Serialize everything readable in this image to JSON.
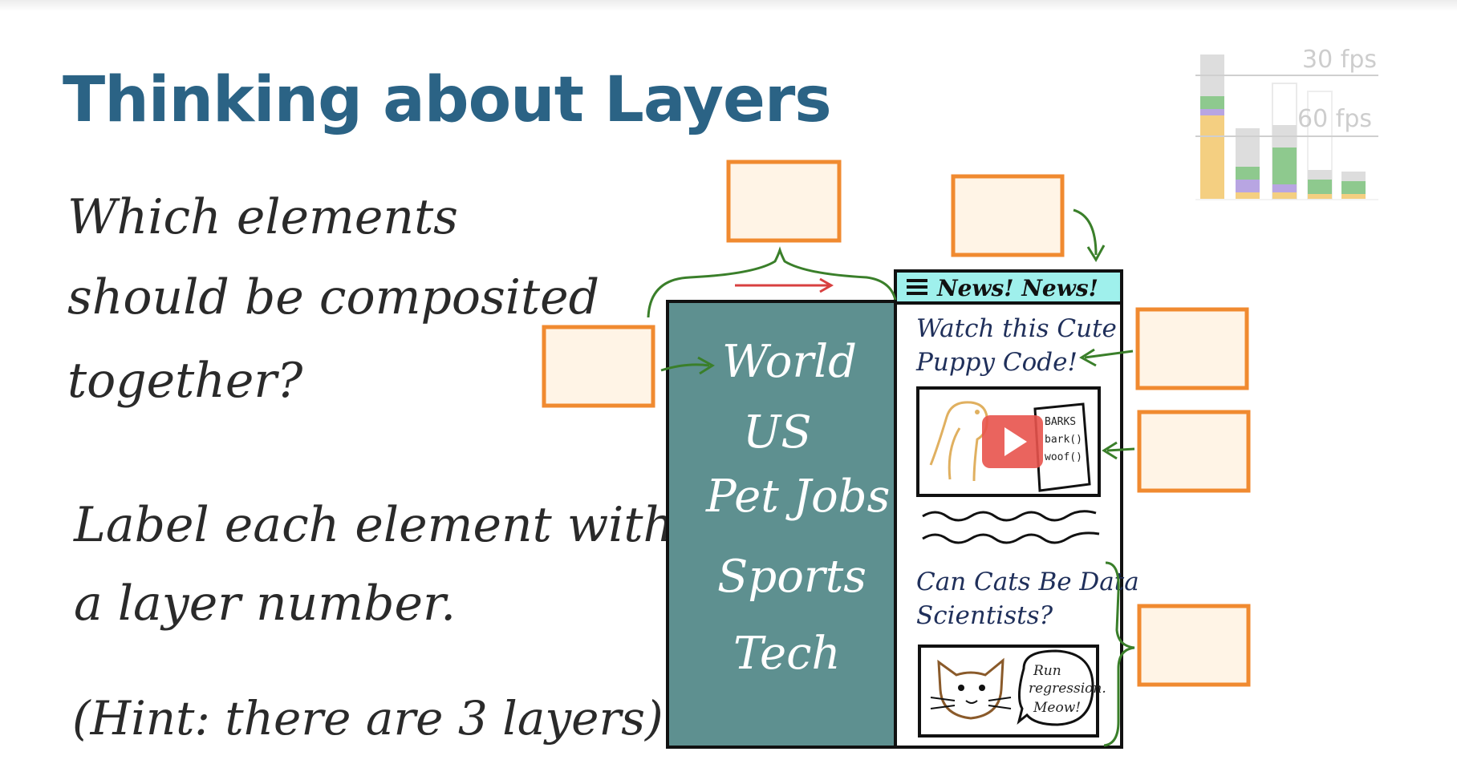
{
  "title": "Thinking about Layers",
  "question": {
    "line1": "Which elements",
    "line2": "should be composited",
    "line3": "together?"
  },
  "instruction": {
    "line1": "Label each element with",
    "line2": "a layer number."
  },
  "hint": "(Hint: there are 3 layers)",
  "fps_chart": {
    "label_30": "30 fps",
    "label_60": "60 fps"
  },
  "mockup": {
    "header": "News! News!",
    "nav": [
      "World",
      "US",
      "Pet Jobs",
      "Sports",
      "Tech"
    ],
    "article1_line1": "Watch this Cute",
    "article1_line2": "Puppy Code!",
    "article1_code": [
      "BARKS",
      "bark()",
      "woof()"
    ],
    "article2_line1": "Can Cats Be Data",
    "article2_line2": "Scientists?",
    "article2_bubble": [
      "Run",
      "regression.",
      "Meow!"
    ]
  },
  "colors": {
    "title": "#2b6385",
    "sidebar": "#5e9090",
    "header_bar": "#9ff0ec",
    "label_box_fill": "#fff4e6",
    "label_box_border": "#f08a30",
    "arrow_green": "#3a7f2a",
    "arrow_red": "#d84040",
    "fps_yellow": "#f0bb4c",
    "fps_green": "#5fb35f",
    "fps_purple": "#9b7fd6",
    "fps_gray": "#cfcfcf"
  }
}
